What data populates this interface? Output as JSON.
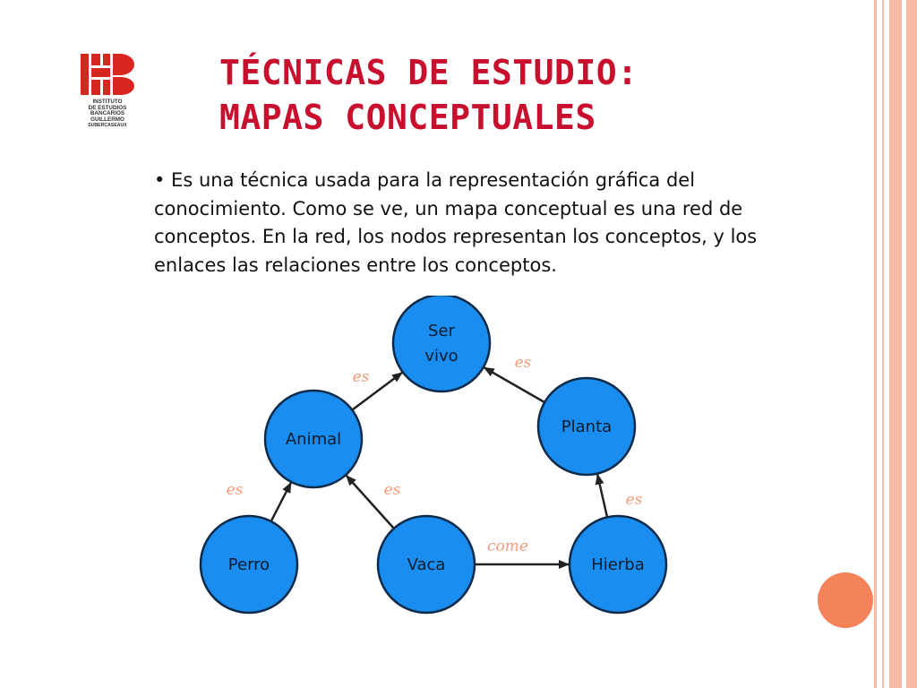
{
  "theme": {
    "title_color": "#c8102e",
    "node_fill": "#1a8ef0",
    "node_stroke": "#0c2a4a",
    "edge_color": "#222222",
    "edge_label_color": "#f29c7a",
    "rail_color": "#f6b9a3",
    "accent_circle": "#f5835a",
    "logo_red": "#d7261e"
  },
  "logo": {
    "lines": [
      "INSTITUTO",
      "DE ESTUDIOS",
      "BANCARIOS",
      "GUILLERMO",
      "SUBERCASEAUX"
    ]
  },
  "title": {
    "line1": "TÉCNICAS DE ESTUDIO:",
    "line2": "MAPAS CONCEPTUALES"
  },
  "body": {
    "bullet": "• Es una técnica usada para la representación gráfica del conocimiento. Como se ve, un mapa conceptual es una red de conceptos. En la red, los nodos representan los conceptos, y los enlaces las relaciones entre los conceptos."
  },
  "concept_map": {
    "nodes": [
      {
        "id": "ser-vivo",
        "lines": [
          "Ser",
          "vivo"
        ]
      },
      {
        "id": "animal",
        "lines": [
          "Animal"
        ]
      },
      {
        "id": "planta",
        "lines": [
          "Planta"
        ]
      },
      {
        "id": "perro",
        "lines": [
          "Perro"
        ]
      },
      {
        "id": "vaca",
        "lines": [
          "Vaca"
        ]
      },
      {
        "id": "hierba",
        "lines": [
          "Hierba"
        ]
      }
    ],
    "edges": [
      {
        "from": "animal",
        "to": "ser-vivo",
        "label": "es"
      },
      {
        "from": "planta",
        "to": "ser-vivo",
        "label": "es"
      },
      {
        "from": "perro",
        "to": "animal",
        "label": "es"
      },
      {
        "from": "vaca",
        "to": "animal",
        "label": "es"
      },
      {
        "from": "hierba",
        "to": "planta",
        "label": "es"
      },
      {
        "from": "vaca",
        "to": "hierba",
        "label": "come"
      }
    ]
  }
}
